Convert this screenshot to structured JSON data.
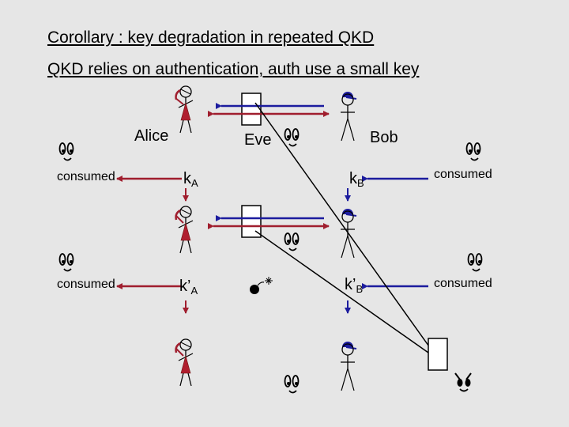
{
  "slide": {
    "title": "Corollary : key degradation in repeated QKD",
    "subtitle": "QKD relies on authentication, auth use a small key"
  },
  "participants": {
    "alice": "Alice",
    "eve": "Eve",
    "bob": "Bob"
  },
  "consumed_label": "consumed",
  "keys": {
    "alice_key": {
      "base": "k",
      "sub": "A"
    },
    "bob_key": {
      "base": "k",
      "sub": "B"
    },
    "alice_key_prime": {
      "base": "k’",
      "sub": "A"
    },
    "bob_key_prime": {
      "base": "k’",
      "sub": "B"
    }
  },
  "colors": {
    "alice_arrow": "#a01e2e",
    "bob_arrow": "#1c1c9e",
    "background": "#e6e6e6",
    "alice_dress": "#b01e2e",
    "bob_hat": "#1c1c9e"
  }
}
